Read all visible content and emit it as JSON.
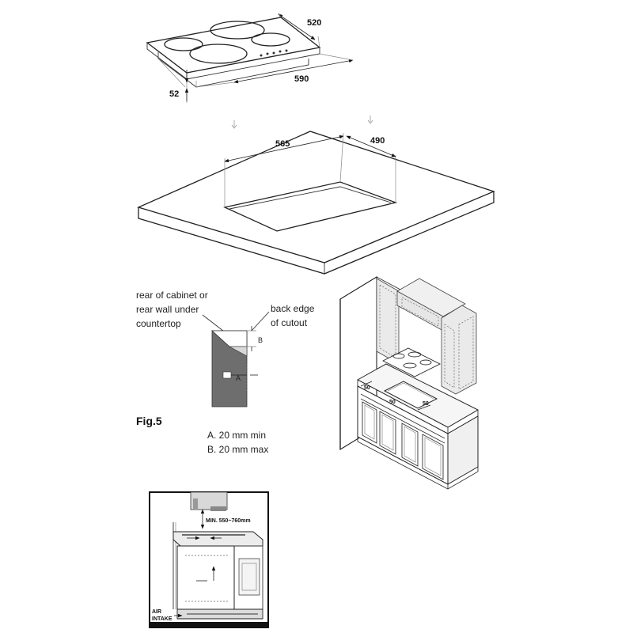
{
  "hob_dimensions": {
    "depth": "520",
    "width": "590",
    "height": "52"
  },
  "cutout_dimensions": {
    "width": "565",
    "depth": "490"
  },
  "fig5": {
    "label_rear": [
      "rear of cabinet or",
      "rear wall under",
      "countertop"
    ],
    "label_back_edge": [
      "back edge",
      "of cutout"
    ],
    "marker_a": "A",
    "marker_b": "B",
    "title": "Fig.5",
    "note_a": "A. 20 mm min",
    "note_b": "B. 20 mm max"
  },
  "kitchen_clearances": [
    "50",
    "50",
    "50"
  ],
  "installation": {
    "min_label": "MIN. 550~760mm",
    "air_label_1": "AIR",
    "air_label_2": "INTAKE"
  }
}
